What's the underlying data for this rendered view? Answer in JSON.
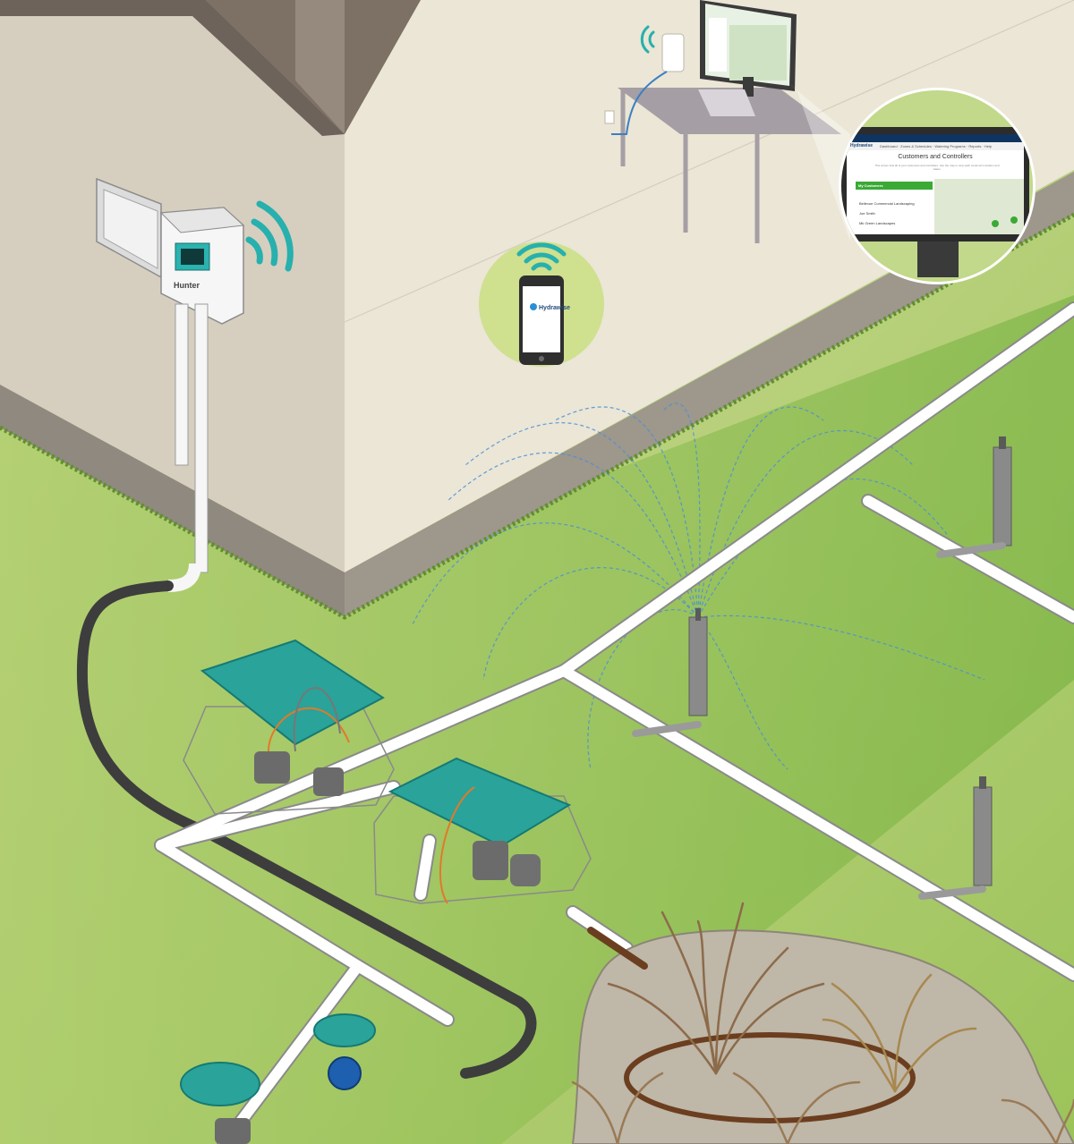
{
  "phone": {
    "brand": "Hydrawise"
  },
  "controller": {
    "brand": "Hunter"
  },
  "monitor": {
    "app_logo": "Hydrawise",
    "nav_items": [
      "Dashboard",
      "Zones & Schedules",
      "Watering Programs",
      "Reports",
      "Help"
    ],
    "page_title": "Customers and Controllers",
    "intro_text": "This screen lists all of your customers and controllers. Use the map to view each customer's location and status.",
    "list_header": "My Customers",
    "customers": [
      "Bellevue Commercial Landscaping",
      "Joe Smith",
      "Mk Green Landscapes"
    ]
  },
  "colors": {
    "wall": "#e9e3d3",
    "wall_shadow": "#c9c2b1",
    "roof": "#8a7c70",
    "lawn_light": "#c3d68a",
    "lawn_dark": "#7eb53f",
    "valve_box": "#2aa39a",
    "wifi": "#27b0ad",
    "pipe": "#ffffff",
    "accent_green": "#3aaa35"
  }
}
